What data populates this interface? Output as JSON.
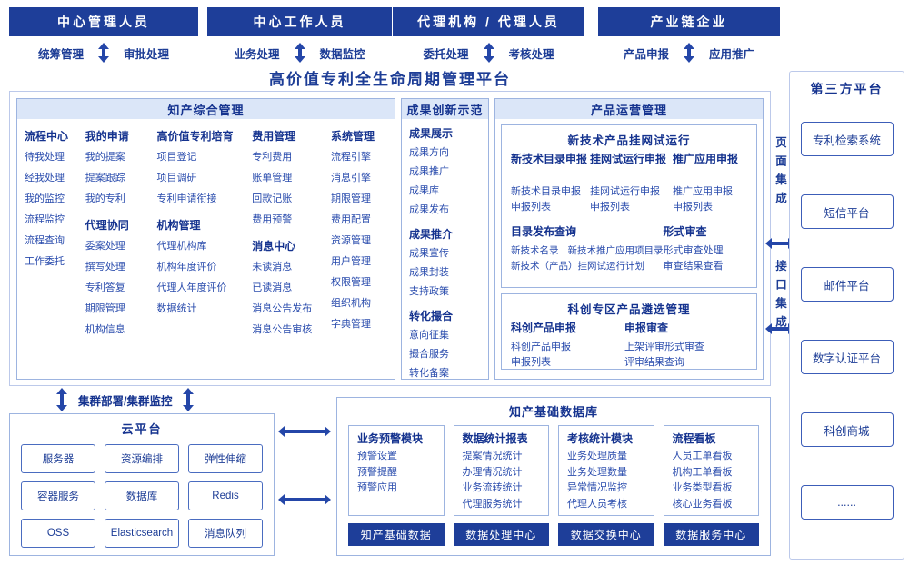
{
  "platform_title": "高价值专利全生命周期管理平台",
  "top_groups": [
    {
      "title": "中心管理人员",
      "left": "统筹管理",
      "right": "审批处理"
    },
    {
      "title": "中心工作人员",
      "left": "业务处理",
      "right": "数据监控"
    },
    {
      "title": "代理机构 / 代理人员",
      "left": "委托处理",
      "right": "考核处理"
    },
    {
      "title": "产业链企业",
      "left": "产品申报",
      "right": "应用推广"
    }
  ],
  "ip_mgmt": {
    "title": "知产综合管理",
    "columns": [
      {
        "groups": [
          {
            "header": "流程中心",
            "items": [
              "待我处理",
              "经我处理",
              "我的监控",
              "流程监控",
              "流程查询",
              "工作委托"
            ]
          }
        ]
      },
      {
        "groups": [
          {
            "header": "我的申请",
            "items": [
              "我的提案",
              "提案跟踪",
              "我的专利"
            ]
          },
          {
            "header": "代理协同",
            "items": [
              "委案处理",
              "撰写处理",
              "专利答复",
              "期限管理",
              "机构信息"
            ]
          }
        ]
      },
      {
        "groups": [
          {
            "header": "高价值专利培育",
            "items": [
              "项目登记",
              "项目调研",
              "专利申请衔接"
            ]
          },
          {
            "header": "机构管理",
            "items": [
              "代理机构库",
              "机构年度评价",
              "代理人年度评价",
              "数据统计"
            ]
          }
        ]
      },
      {
        "groups": [
          {
            "header": "费用管理",
            "items": [
              "专利费用",
              "账单管理",
              "回款记账",
              "费用预警"
            ]
          },
          {
            "header": "消息中心",
            "items": [
              "未读消息",
              "已读消息",
              "消息公告发布",
              "消息公告审核"
            ]
          }
        ]
      },
      {
        "groups": [
          {
            "header": "系统管理",
            "items": [
              "流程引擎",
              "消息引擎",
              "期限管理",
              "费用配置",
              "资源管理",
              "用户管理",
              "权限管理",
              "组织机构",
              "字典管理"
            ]
          }
        ]
      }
    ]
  },
  "achievement": {
    "title": "成果创新示范",
    "groups": [
      {
        "header": "成果展示",
        "items": [
          "成果方向",
          "成果推广",
          "成果库",
          "成果发布"
        ]
      },
      {
        "header": "成果推介",
        "items": [
          "成果宣传",
          "成果封装",
          "支持政策"
        ]
      },
      {
        "header": "转化撮合",
        "items": [
          "意向征集",
          "撮合服务",
          "转化备案"
        ]
      }
    ]
  },
  "product_ops": {
    "title": "产品运营管理",
    "boxes": [
      {
        "title": "新技术产品挂网试运行",
        "top_groups": [
          {
            "header": "新技术目录申报",
            "items": [
              "新技术目录申报",
              "申报列表"
            ]
          },
          {
            "header": "挂网试运行申报",
            "items": [
              "挂网试运行申报",
              "申报列表"
            ]
          },
          {
            "header": "推广应用申报",
            "items": [
              "推广应用申报",
              "申报列表"
            ]
          }
        ],
        "bottom_groups": [
          {
            "header": "目录发布查询",
            "row1": [
              "新技术名录",
              "新技术推广应用项目录"
            ],
            "row2": "新技术（产品）挂网试运行计划"
          },
          {
            "header": "形式审查",
            "items": [
              "形式审查处理",
              "审查结果查看"
            ]
          }
        ]
      },
      {
        "title": "科创专区产品遴选管理",
        "groups": [
          {
            "header": "科创产品申报",
            "items": [
              "科创产品申报",
              "申报列表"
            ]
          },
          {
            "header": "申报审查",
            "items": [
              "上架评审形式审查",
              "评审结果查询"
            ]
          }
        ]
      }
    ]
  },
  "integration": {
    "page": "页面集成",
    "api": "接口集成"
  },
  "cluster_label": "集群部署/集群监控",
  "cloud": {
    "title": "云平台",
    "cells": [
      "服务器",
      "资源编排",
      "弹性伸缩",
      "容器服务",
      "数据库",
      "Redis",
      "OSS",
      "Elasticsearch",
      "消息队列"
    ]
  },
  "database": {
    "title": "知产基础数据库",
    "columns": [
      {
        "header": "业务预警模块",
        "items": [
          "预警设置",
          "预警提醒",
          "预警应用"
        ],
        "footer": "知产基础数据"
      },
      {
        "header": "数据统计报表",
        "items": [
          "提案情况统计",
          "办理情况统计",
          "业务流转统计",
          "代理服务统计"
        ],
        "footer": "数据处理中心"
      },
      {
        "header": "考核统计模块",
        "items": [
          "业务处理质量",
          "业务处理数量",
          "异常情况监控",
          "代理人员考核"
        ],
        "footer": "数据交换中心"
      },
      {
        "header": "流程看板",
        "items": [
          "人员工单看板",
          "机构工单看板",
          "业务类型看板",
          "核心业务看板"
        ],
        "footer": "数据服务中心"
      }
    ]
  },
  "third_party": {
    "title": "第三方平台",
    "items": [
      "专利检索系统",
      "短信平台",
      "邮件平台",
      "数字认证平台",
      "科创商城",
      "......"
    ]
  },
  "colors": {
    "header_dark_blue": "#1e3e99",
    "item_blue": "#2a4cad",
    "section_header_bg": "#dbe6f8",
    "arrow_blue": "#2446a8"
  }
}
